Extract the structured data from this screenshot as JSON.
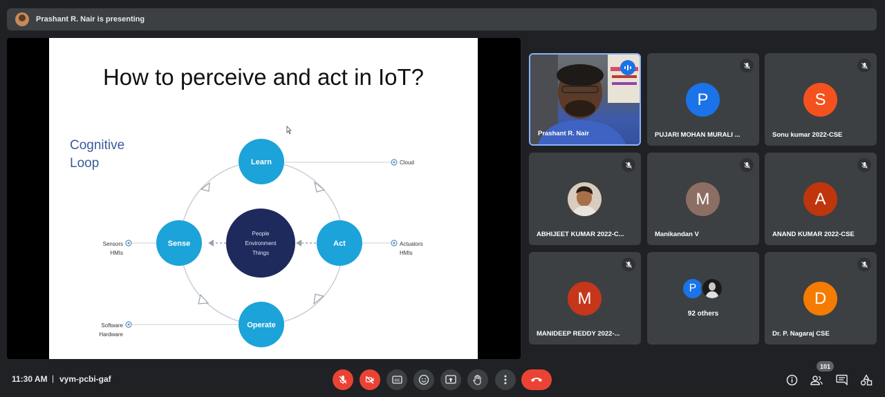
{
  "banner": {
    "text": "Prashant R. Nair is presenting"
  },
  "slide": {
    "title": "How to perceive and act in IoT?",
    "subtitle_line1": "Cognitive",
    "subtitle_line2": "Loop",
    "nodes": {
      "learn": "Learn",
      "sense": "Sense",
      "act": "Act",
      "operate": "Operate"
    },
    "center": {
      "line1": "People",
      "line2": "Environment",
      "line3": "Things"
    },
    "labels": {
      "cloud": "Cloud",
      "sensors": "Sensors",
      "hmis_left": "HMIs",
      "actuators": "Actuators",
      "hmis_right": "HMIs",
      "software": "Software",
      "hardware": "Hardware"
    }
  },
  "participants": [
    {
      "name": "Prashant R. Nair",
      "initial": "",
      "color": "",
      "video": true
    },
    {
      "name": "PUJARI MOHAN MURALI ...",
      "initial": "P",
      "color": "#1a73e8"
    },
    {
      "name": "Sonu kumar 2022-CSE",
      "initial": "S",
      "color": "#f4511e"
    },
    {
      "name": "ABHIJEET KUMAR 2022-C...",
      "initial": "",
      "color": "#c9b8a7",
      "photo": true
    },
    {
      "name": "Manikandan V",
      "initial": "M",
      "color": "#8d6e63"
    },
    {
      "name": "ANAND KUMAR 2022-CSE",
      "initial": "A",
      "color": "#bf360c"
    },
    {
      "name": "MANIDEEP REDDY 2022-...",
      "initial": "M",
      "color": "#c5361b"
    },
    {
      "name": "92 others",
      "initial": "P",
      "color": "#1a73e8"
    },
    {
      "name": "Dr. P. Nagaraj CSE",
      "initial": "D",
      "color": "#f57c00"
    }
  ],
  "bottom": {
    "time": "11:30 AM",
    "separator": "|",
    "meeting_code": "vym-pcbi-gaf",
    "participant_count": "101"
  },
  "icons": {
    "mic": "mic-off-icon",
    "camera": "camera-off-icon",
    "captions": "captions-icon",
    "reactions": "emoji-icon",
    "present": "present-screen-icon",
    "hand": "raise-hand-icon",
    "more": "more-vert-icon",
    "leave": "call-end-icon",
    "info": "info-icon",
    "people": "people-icon",
    "chat": "chat-icon",
    "activities": "activities-icon"
  },
  "colors": {
    "background": "#202124",
    "tile": "#3c4043",
    "danger": "#ea4335",
    "node_blue": "#1ca3d9",
    "center_navy": "#1f2a5c",
    "cognitive_text": "#3a5a9a"
  }
}
